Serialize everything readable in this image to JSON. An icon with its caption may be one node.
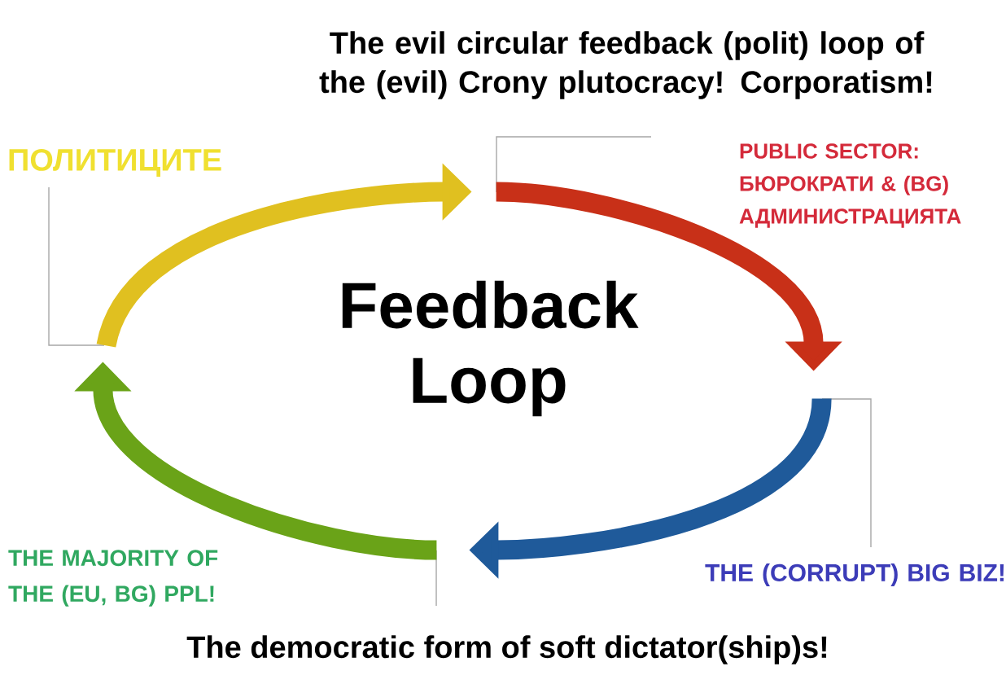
{
  "diagram": {
    "title": "The evil circular feedback (polit) loop of the (evil) Crony plutocracy! Corporatism!",
    "caption": "The democratic form of soft dictator(ship)s!",
    "nodes": [
      {
        "text": [
          "ПОЛИТИЦИТЕ"
        ]
      },
      {
        "text": [
          "PUBLIC SECTOR: БЮРОКРАТИ & (BG) АДМИНИСТРАЦИЯТА"
        ]
      },
      {
        "text": [
          "THE (CORRUPT) BIG BIZ!"
        ]
      },
      {
        "text": [
          "THE MAJORITY OF THE (EU, BG) PPL!"
        ]
      }
    ],
    "edges": [
      {
        "from": 0,
        "to": 1,
        "arrow": "to",
        "color": "#e0c020"
      },
      {
        "from": 1,
        "to": 2,
        "arrow": "to",
        "color": "#c83018"
      },
      {
        "from": 2,
        "to": 3,
        "arrow": "to",
        "color": "#1f5a9a"
      },
      {
        "from": 3,
        "to": 0,
        "arrow": "to",
        "color": "#6aa318"
      }
    ],
    "labels": [
      "Feedback Loop"
    ]
  }
}
